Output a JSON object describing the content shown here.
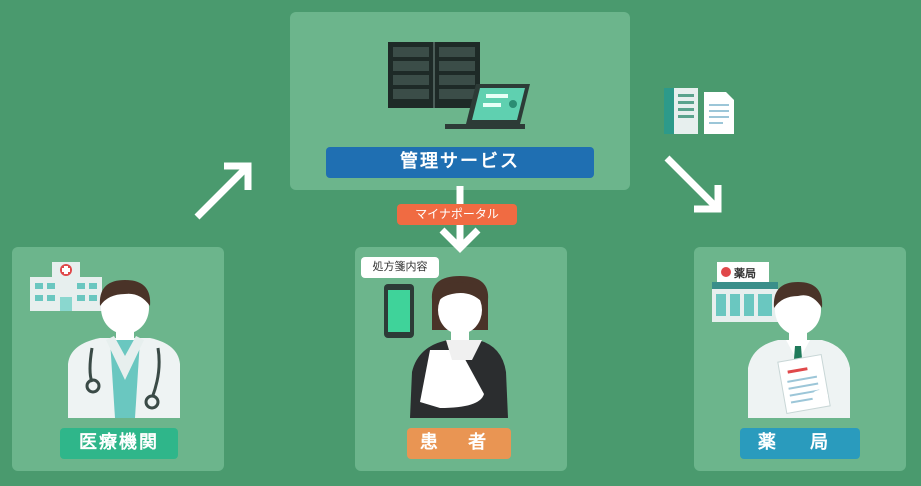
{
  "nodes": {
    "management": {
      "label": "管理サービス"
    },
    "hospital": {
      "label": "医療機関"
    },
    "patient": {
      "label": "患 者"
    },
    "pharmacy": {
      "label": "薬 局"
    }
  },
  "tags": {
    "portal": "マイナポータル",
    "prescription": "処方箋内容",
    "pharmacy_sign": "薬局"
  },
  "colors": {
    "background": "#4a9a6e",
    "panel": "#6cb58c",
    "management": "#1f6fb2",
    "hospital": "#2fb68a",
    "patient": "#e99553",
    "pharmacy": "#2a9bbd",
    "portal": "#f06b42"
  }
}
